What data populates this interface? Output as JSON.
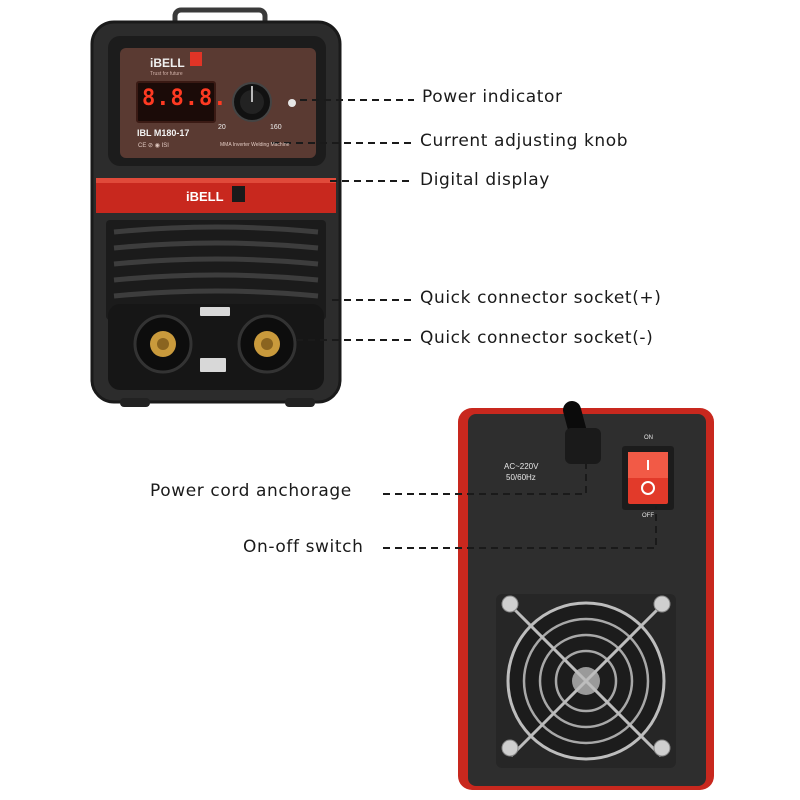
{
  "callouts": {
    "power_indicator": "Power indicator",
    "current_knob": "Current adjusting knob",
    "digital_display": "Digital display",
    "socket_plus": "Quick connector socket(+)",
    "socket_minus": "Quick connector socket(-)",
    "cord_anchorage": "Power cord anchorage",
    "onoff_switch": "On-off switch"
  },
  "front_panel": {
    "brand": "iBELL",
    "tagline": "Trust for future",
    "display_reading": "8.8.8.",
    "model": "IBL M180-17",
    "knob_min": "20",
    "knob_max": "160",
    "subtitle": "MMA Inverter Welding Machine",
    "cert_marks": "CE ⊘ ◉ ISI",
    "lower_brand": "iBELL"
  },
  "rear_panel": {
    "voltage_line1": "AC~220V",
    "voltage_line2": "50/60Hz",
    "switch_on": "ON",
    "switch_off": "OFF"
  },
  "colors": {
    "body_dark": "#2b2b2b",
    "body_black": "#151515",
    "accent_red": "#c8281e",
    "brass": "#c99a3c",
    "switch_red": "#e23a2a"
  }
}
